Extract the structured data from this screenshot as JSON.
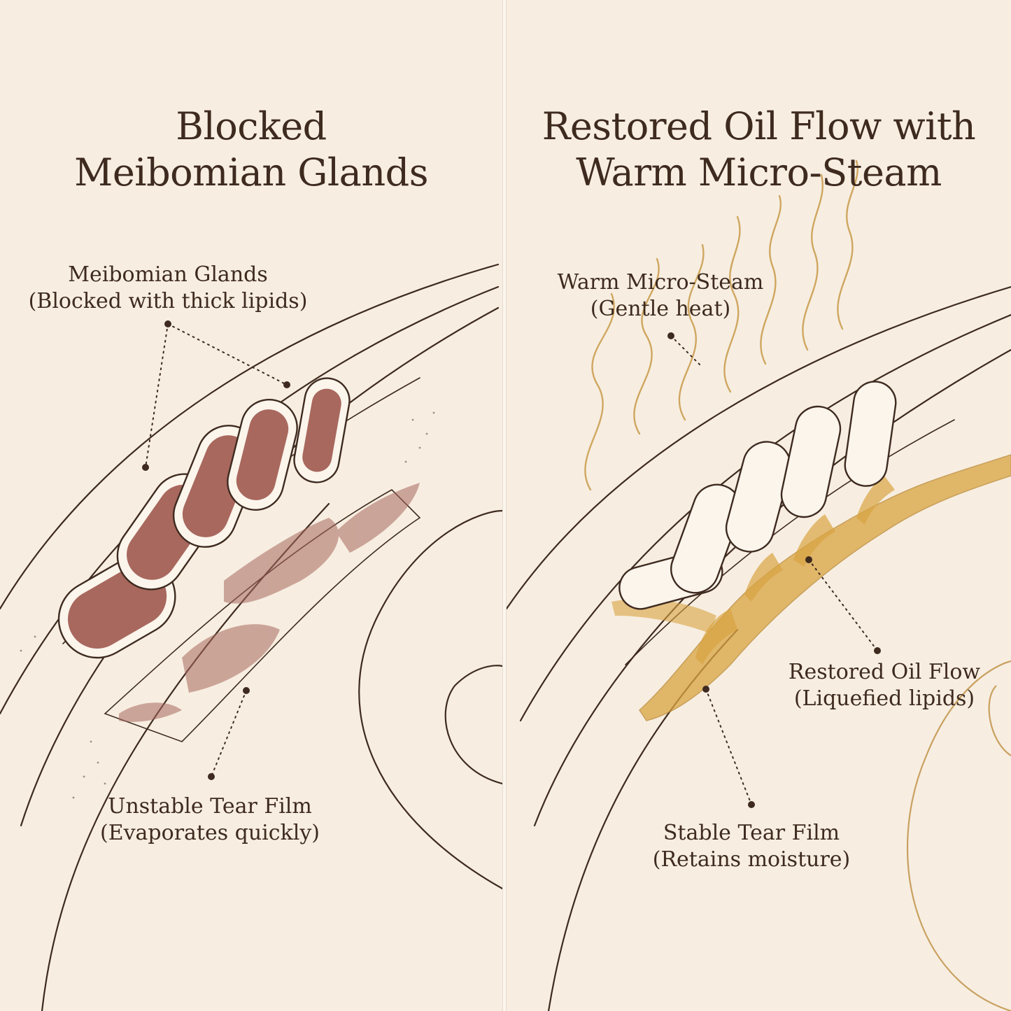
{
  "colors": {
    "background": "#f7eee1",
    "ink": "#3e2a1f",
    "blocked_lipid": "#a8685e",
    "oil_gold": "#d9a441",
    "steam": "#c99a4a"
  },
  "left_panel": {
    "title_line1": "Blocked",
    "title_line2": "Meibomian Glands",
    "glands_label": {
      "line1": "Meibomian Glands",
      "line2": "(Blocked with thick lipids)"
    },
    "tear_label": {
      "line1": "Unstable Tear Film",
      "line2": "(Evaporates quickly)"
    }
  },
  "right_panel": {
    "title_line1": "Restored Oil Flow with",
    "title_line2": "Warm Micro-Steam",
    "steam_label": {
      "line1": "Warm Micro-Steam",
      "line2": "(Gentle heat)"
    },
    "oil_label": {
      "line1": "Restored Oil Flow",
      "line2": "(Liquefied lipids)"
    },
    "tear_label": {
      "line1": "Stable Tear Film",
      "line2": "(Retains moisture)"
    }
  }
}
